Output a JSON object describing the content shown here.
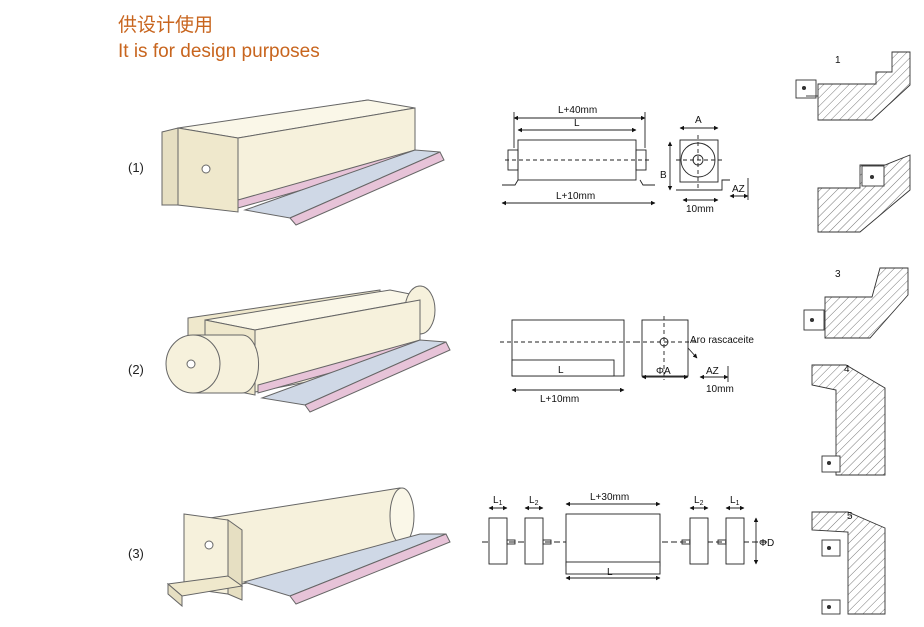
{
  "header": {
    "title_cn": "供设计使用",
    "title_en": "It is for design purposes"
  },
  "colors": {
    "title": "#c8651e",
    "body": "#f6f1dc",
    "body_shade": "#e6dfc2",
    "tray": "#cfd8e6",
    "tray_edge": "#e7c3d8",
    "hatch": "#555555"
  },
  "rows": [
    {
      "label": "(1)"
    },
    {
      "label": "(2)"
    },
    {
      "label": "(3)"
    }
  ],
  "dims1": {
    "top_outer": "L+40mm",
    "top_inner": "L",
    "bottom": "L+10mm",
    "side_top": "A",
    "side_left": "B",
    "side_right": "AZ",
    "side_bottom": "10mm"
  },
  "dims2": {
    "inner": "L",
    "bottom": "L+10mm",
    "ring": "Aro rascaceite",
    "side_left": "ΦA",
    "side_right": "AZ",
    "side_bottom": "10mm"
  },
  "dims3": {
    "l1_left": "L",
    "l1_left_sub": "1",
    "l2_left": "L",
    "l2_left_sub": "2",
    "top": "L+30mm",
    "l2_right": "L",
    "l2_right_sub": "2",
    "l1_right": "L",
    "l1_right_sub": "1",
    "dia": "ΦD",
    "bottom": "L"
  },
  "mounting": {
    "labels": [
      "1",
      "3",
      "4",
      "5"
    ]
  }
}
